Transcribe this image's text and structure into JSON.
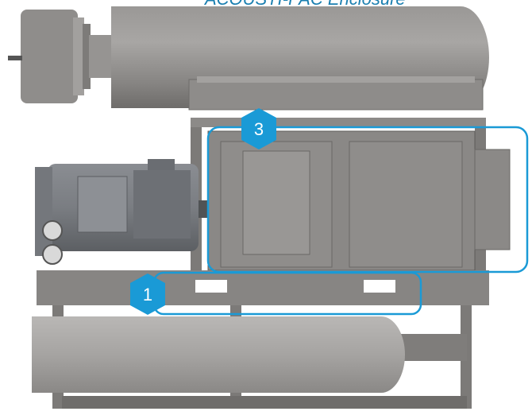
{
  "caption": "ACOUSTI-PAC Enclosure",
  "callouts": [
    {
      "label": "1"
    },
    {
      "label": "3"
    }
  ],
  "colors": {
    "accent": "#1a9ad6",
    "steel": "#8d8b89",
    "steel_dark": "#6f6d6b",
    "motor": "#7a7d82"
  }
}
